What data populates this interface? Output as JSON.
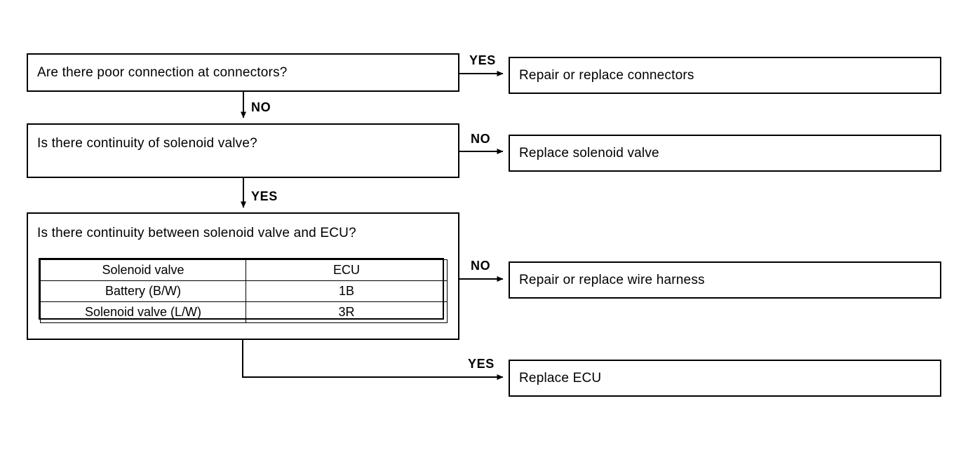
{
  "diagram": {
    "type": "troubleshooting-flowchart",
    "ink_color": "#000000",
    "background_color": "#ffffff",
    "questions": [
      {
        "id": "q1",
        "text": "Are there poor connection at connectors?"
      },
      {
        "id": "q2",
        "text": "Is there continuity of solenoid valve?"
      },
      {
        "id": "q3",
        "text": "Is there continuity between solenoid valve and ECU?"
      }
    ],
    "actions": [
      {
        "id": "a1",
        "text": "Repair or replace connectors"
      },
      {
        "id": "a2",
        "text": "Replace solenoid valve"
      },
      {
        "id": "a3",
        "text": "Repair or replace wire harness"
      },
      {
        "id": "a4",
        "text": "Replace ECU"
      }
    ],
    "branches": [
      {
        "id": "b1",
        "label": "YES",
        "from": "q1",
        "to": "a1"
      },
      {
        "id": "b2",
        "label": "NO",
        "from": "q1",
        "to": "q2"
      },
      {
        "id": "b3",
        "label": "NO",
        "from": "q2",
        "to": "a2"
      },
      {
        "id": "b4",
        "label": "YES",
        "from": "q2",
        "to": "q3"
      },
      {
        "id": "b5",
        "label": "NO",
        "from": "q3",
        "to": "a3"
      },
      {
        "id": "b6",
        "label": "YES",
        "from": "q3",
        "to": "a4"
      }
    ],
    "continuity_table": {
      "headers": [
        "Solenoid valve",
        "ECU"
      ],
      "rows": [
        [
          "Battery (B/W)",
          "1B"
        ],
        [
          "Solenoid valve (L/W)",
          "3R"
        ]
      ]
    }
  }
}
